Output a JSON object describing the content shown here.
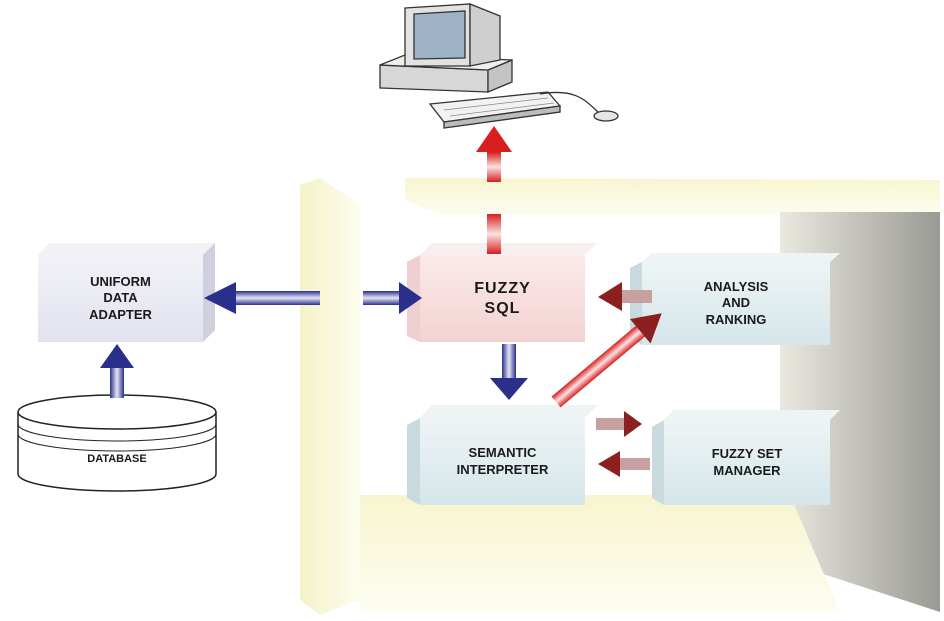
{
  "nodes": {
    "fuzzy_sql": [
      "FUZZY",
      "SQL"
    ],
    "uniform_data_adapter": [
      "UNIFORM",
      "DATA",
      "ADAPTER"
    ],
    "analysis_ranking": [
      "ANALYSIS",
      "AND",
      "RANKING"
    ],
    "semantic_interpreter": [
      "SEMANTIC",
      "INTERPRETER"
    ],
    "fuzzy_set_manager": [
      "FUZZY SET",
      "MANAGER"
    ],
    "database": "DATABASE"
  },
  "colors": {
    "blue_arrow": "#2a2f8c",
    "red_arrow": "#d81e1e",
    "dark_red_arrow": "#8b2020",
    "frame_yellow": "#fbfbe0",
    "box_pink": "#f6dddd",
    "box_lavender": "#e8e8f4",
    "box_teal": "#dde9ec"
  },
  "icons": [
    "computer-workstation-icon",
    "database-cylinder-icon"
  ]
}
